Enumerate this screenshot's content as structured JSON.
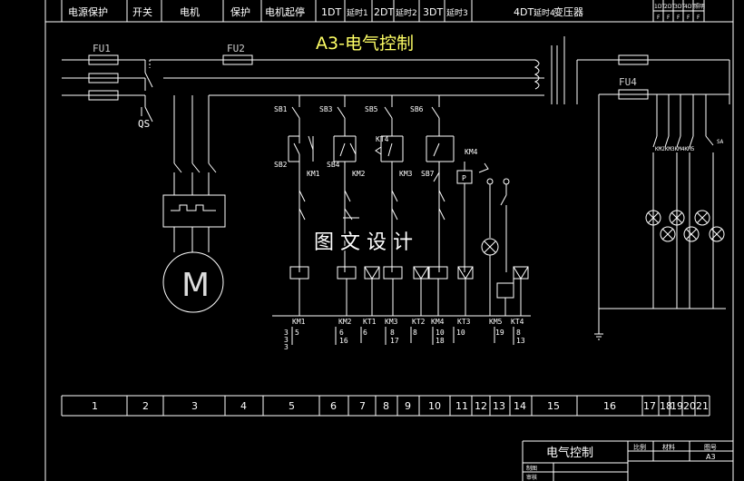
{
  "header": {
    "cells": [
      "电源保护",
      "开关",
      "电机",
      "保护",
      "电机起停",
      "1DT",
      "延时1",
      "2DT",
      "延时2",
      "3DT",
      "延时3",
      "4DT",
      "延时4",
      "变压器"
    ],
    "mini": [
      "1DT",
      "2DT",
      "3DT",
      "4DT",
      "照明"
    ],
    "mini_sub": [
      "F",
      "F",
      "F",
      "F",
      "F"
    ]
  },
  "title": "A3-电气控制",
  "watermark": "图 文 设 计",
  "labels": {
    "fu1": "FU1",
    "fu2": "FU2",
    "fu4": "FU4",
    "qs": "QS",
    "motor": "M",
    "sb1": "SB1",
    "sb2": "SB2",
    "sb3": "SB3",
    "sb4": "SB4",
    "sb5": "SB5",
    "sb6": "SB6",
    "sb7": "SB7",
    "kt4": "KT4",
    "km1": "KM1",
    "km2": "KM2",
    "km3": "KM3",
    "km4": "KM4",
    "p": "P",
    "sa": "SA",
    "lampkm": "KM2KM3KM4KM5"
  },
  "coils": {
    "names": [
      "KM1",
      "KM2",
      "KT1",
      "KM3",
      "KT2",
      "KM4",
      "KT3",
      "KM5",
      "KT4"
    ],
    "refs": [
      [
        "5"
      ],
      [
        "6",
        "16"
      ],
      [
        "6"
      ],
      [
        "8",
        "17"
      ],
      [
        "8"
      ],
      [
        "10",
        "18"
      ],
      [
        "10"
      ],
      [
        "19"
      ],
      [
        "8",
        "13"
      ]
    ],
    "km1_left": [
      "3",
      "3",
      "3"
    ]
  },
  "footer": {
    "numbers": [
      "1",
      "2",
      "3",
      "4",
      "5",
      "6",
      "7",
      "8",
      "9",
      "10",
      "11",
      "12",
      "13",
      "14",
      "15",
      "16",
      "17",
      "18",
      "19",
      "20",
      "21"
    ]
  },
  "titleblock": {
    "name": "电气控制",
    "h1": "比例",
    "h2": "材料",
    "h3": "图号",
    "num": "A3",
    "r1": "制图",
    "r2": "审核"
  },
  "colors": {
    "background": "#000000",
    "lines": "#ffffff",
    "title": "#ffff66",
    "fuse_label": "#cccccc"
  }
}
